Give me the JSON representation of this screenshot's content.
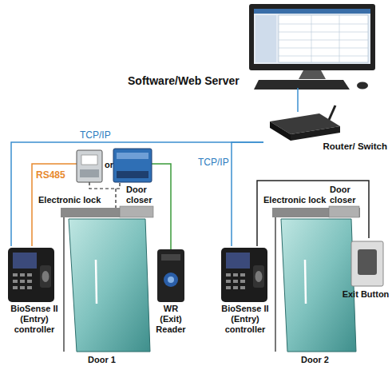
{
  "diagram": {
    "nodes": [
      {
        "text": [
          "Software/Web Server"
        ]
      },
      {
        "text": [
          "Router/ Switch"
        ]
      },
      {
        "text": [
          "BioSense II (Entry) controller"
        ]
      },
      {
        "text": [
          "WR (Exit) Reader"
        ]
      },
      {
        "text": [
          "BioSense II (Entry) controller"
        ]
      },
      {
        "text": [
          "Exit Button"
        ]
      }
    ],
    "edges": [
      {
        "from": 0,
        "to": 1,
        "arrow": "none"
      },
      {
        "from": 1,
        "to": 2,
        "label": "TCP/IP",
        "arrow": "none"
      },
      {
        "from": 1,
        "to": 4,
        "label": "TCP/IP",
        "arrow": "none"
      },
      {
        "from": 5,
        "to": 4,
        "arrow": "none"
      }
    ],
    "labels": [
      "RS485",
      "or",
      "Electronic lock",
      "Door closer",
      "Electronic lock",
      "Door closer",
      "Door 1",
      "Door 2"
    ]
  }
}
